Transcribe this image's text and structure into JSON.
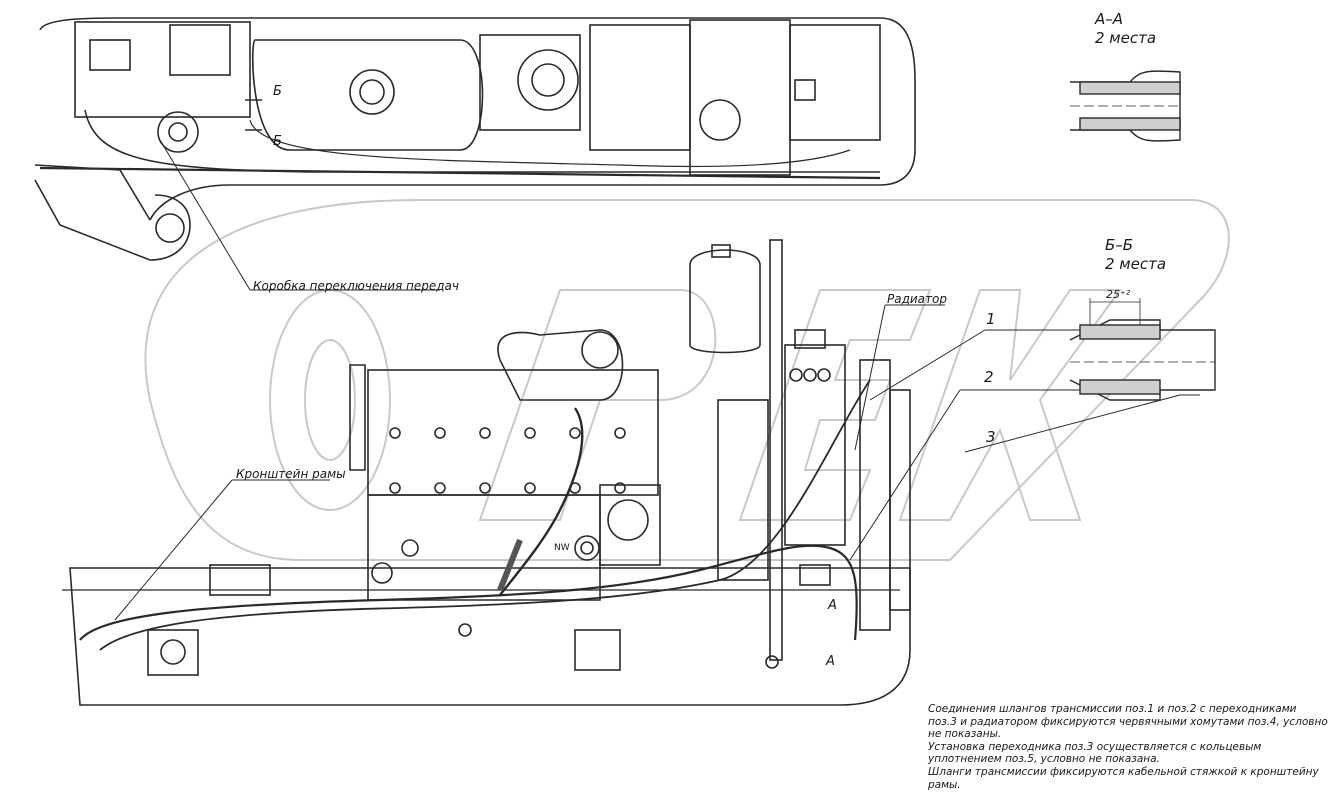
{
  "sections": {
    "aa": {
      "title": "А–А",
      "count": "2 места"
    },
    "bb": {
      "title": "Б–Б",
      "count": "2 места",
      "dimension": "25⁺²"
    }
  },
  "labels": {
    "gearbox": "Коробка переключения передач",
    "radiator": "Радиатор",
    "frame_bracket": "Кронштейн рамы",
    "b_top": "Б",
    "b_bottom": "Б",
    "a_top": "А",
    "a_bottom": "А",
    "nw": "NW"
  },
  "positions": [
    "1",
    "2",
    "3"
  ],
  "watermark": "ОРЕХ",
  "notes": [
    "Соединения шлангов трансмиссии поз.1 и поз.2 с переходниками поз.3 и радиатором фиксируются червячными хомутами поз.4, условно не показаны.",
    "Установка переходника поз.3 осуществляется с кольцевым уплотнением поз.5, условно не показана.",
    "Шланги трансмиссии фиксируются кабельной стяжкой к кронштейну рамы."
  ]
}
